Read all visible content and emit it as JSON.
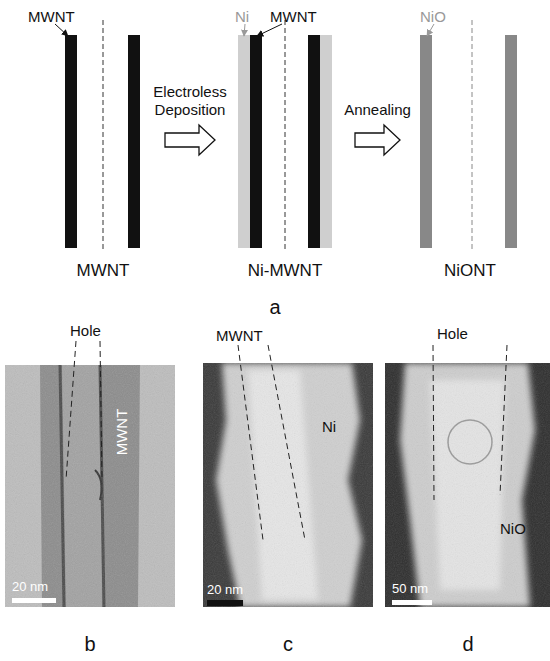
{
  "diagram": {
    "nodes": [
      {
        "text": [
          "MWNT",
          "MWNT"
        ]
      },
      {
        "text": [
          "Ni",
          "MWNT",
          "Ni-MWNT"
        ]
      },
      {
        "text": [
          "NiO",
          "NiONT"
        ]
      }
    ],
    "edges": [
      {
        "from": 0,
        "to": 1,
        "label": "Electroless Deposition",
        "arrow": "to"
      },
      {
        "from": 1,
        "to": 2,
        "label": "Annealing",
        "arrow": "to"
      }
    ],
    "labels": [
      "a",
      "Hole",
      "MWNT",
      "20 nm",
      "b",
      "MWNT",
      "Ni",
      "20 nm",
      "c",
      "Hole",
      "NiO",
      "50 nm",
      "d"
    ]
  }
}
